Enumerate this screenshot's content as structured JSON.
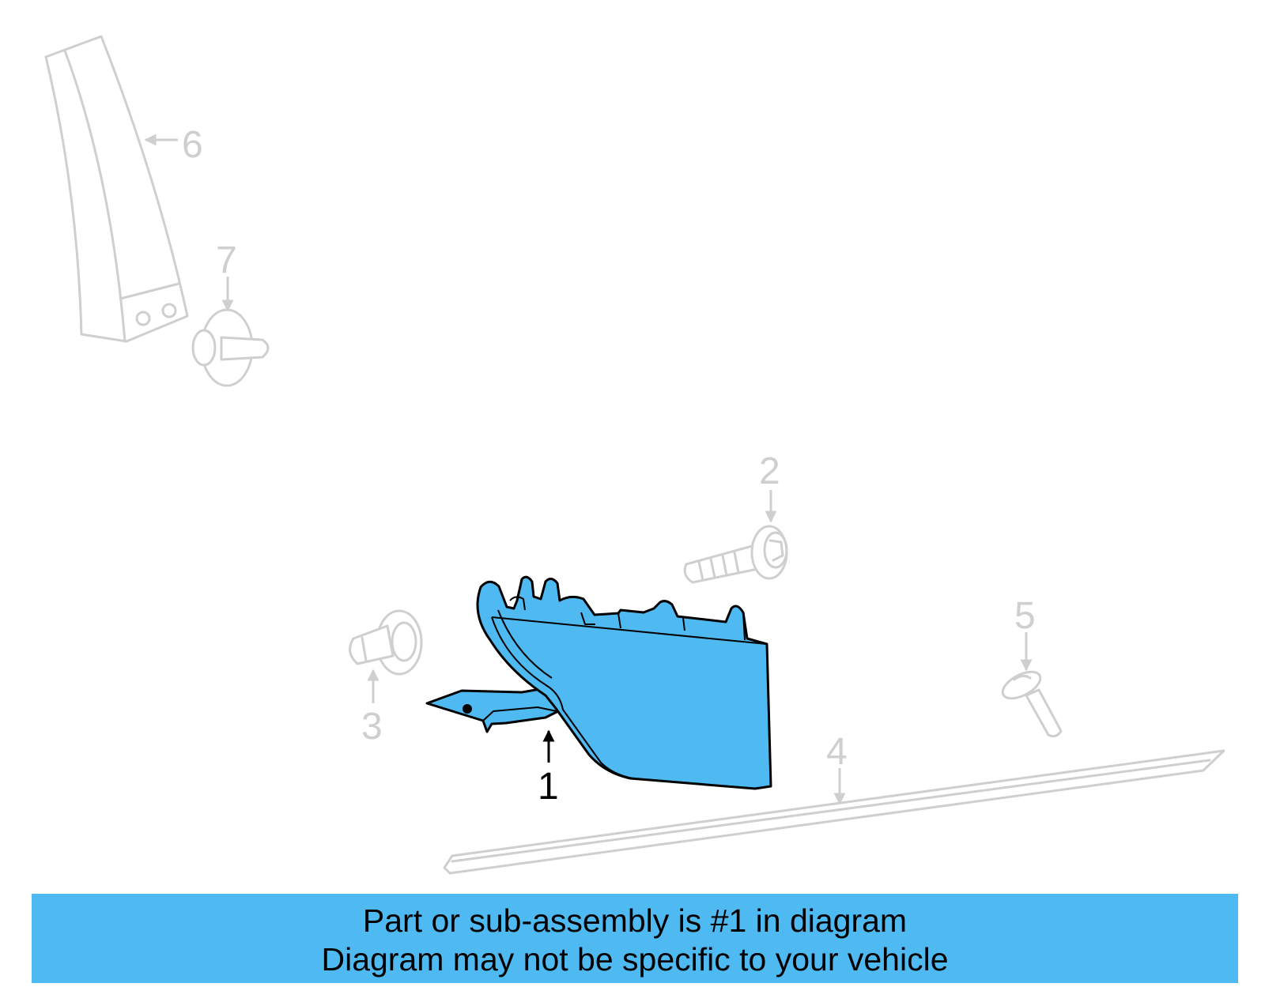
{
  "callouts": {
    "c1": "1",
    "c2": "2",
    "c3": "3",
    "c4": "4",
    "c5": "5",
    "c6": "6",
    "c7": "7"
  },
  "banner": {
    "line1": "Part or sub-assembly is #1 in diagram",
    "line2": "Diagram may not be specific to your vehicle"
  },
  "colors": {
    "highlight": "#4fb9f2",
    "ghost": "#cfcfcf",
    "outline": "#000000"
  }
}
